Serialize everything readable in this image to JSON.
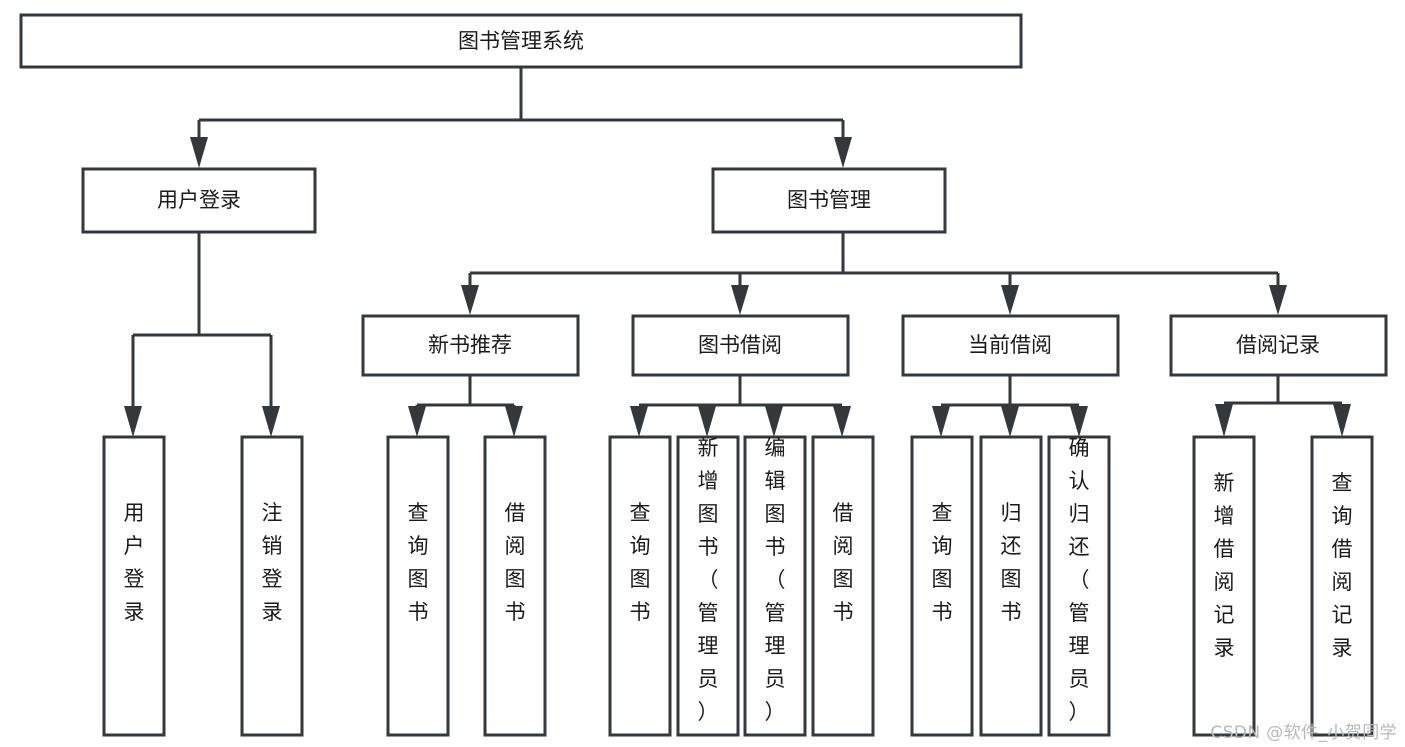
{
  "diagram": {
    "title": "图书管理系统",
    "type": "tree-hierarchy",
    "watermark": "CSDN @软件_小贺同学",
    "levels": 4,
    "colors": {
      "stroke": "#33383d",
      "box_fill": "#ffffff",
      "text": "#1b1b1b",
      "background": "#ffffff",
      "watermark": "#b9b9b9"
    },
    "root": {
      "label": "图书管理系统",
      "orientation": "horizontal"
    },
    "level2": [
      {
        "label": "用户登录",
        "orientation": "horizontal"
      },
      {
        "label": "图书管理",
        "orientation": "horizontal"
      }
    ],
    "level3": [
      {
        "label": "新书推荐",
        "orientation": "horizontal"
      },
      {
        "label": "图书借阅",
        "orientation": "horizontal"
      },
      {
        "label": "当前借阅",
        "orientation": "horizontal"
      },
      {
        "label": "借阅记录",
        "orientation": "horizontal"
      }
    ],
    "leaves": {
      "user_login": [
        {
          "label": "用户登录",
          "orientation": "vertical"
        },
        {
          "label": "注销登录",
          "orientation": "vertical"
        }
      ],
      "new_book_recommend": [
        {
          "label": "查询图书",
          "orientation": "vertical"
        },
        {
          "label": "借阅图书",
          "orientation": "vertical"
        }
      ],
      "book_borrow": [
        {
          "label": "查询图书",
          "orientation": "vertical"
        },
        {
          "label": "新增图书（管理员）",
          "orientation": "vertical"
        },
        {
          "label": "编辑图书（管理员）",
          "orientation": "vertical"
        },
        {
          "label": "借阅图书",
          "orientation": "vertical"
        }
      ],
      "current_borrow": [
        {
          "label": "查询图书",
          "orientation": "vertical"
        },
        {
          "label": "归还图书",
          "orientation": "vertical"
        },
        {
          "label": "确认归还（管理员）",
          "orientation": "vertical"
        }
      ],
      "borrow_record": [
        {
          "label": "新增借阅记录",
          "orientation": "vertical"
        },
        {
          "label": "查询借阅记录",
          "orientation": "vertical"
        }
      ]
    }
  }
}
